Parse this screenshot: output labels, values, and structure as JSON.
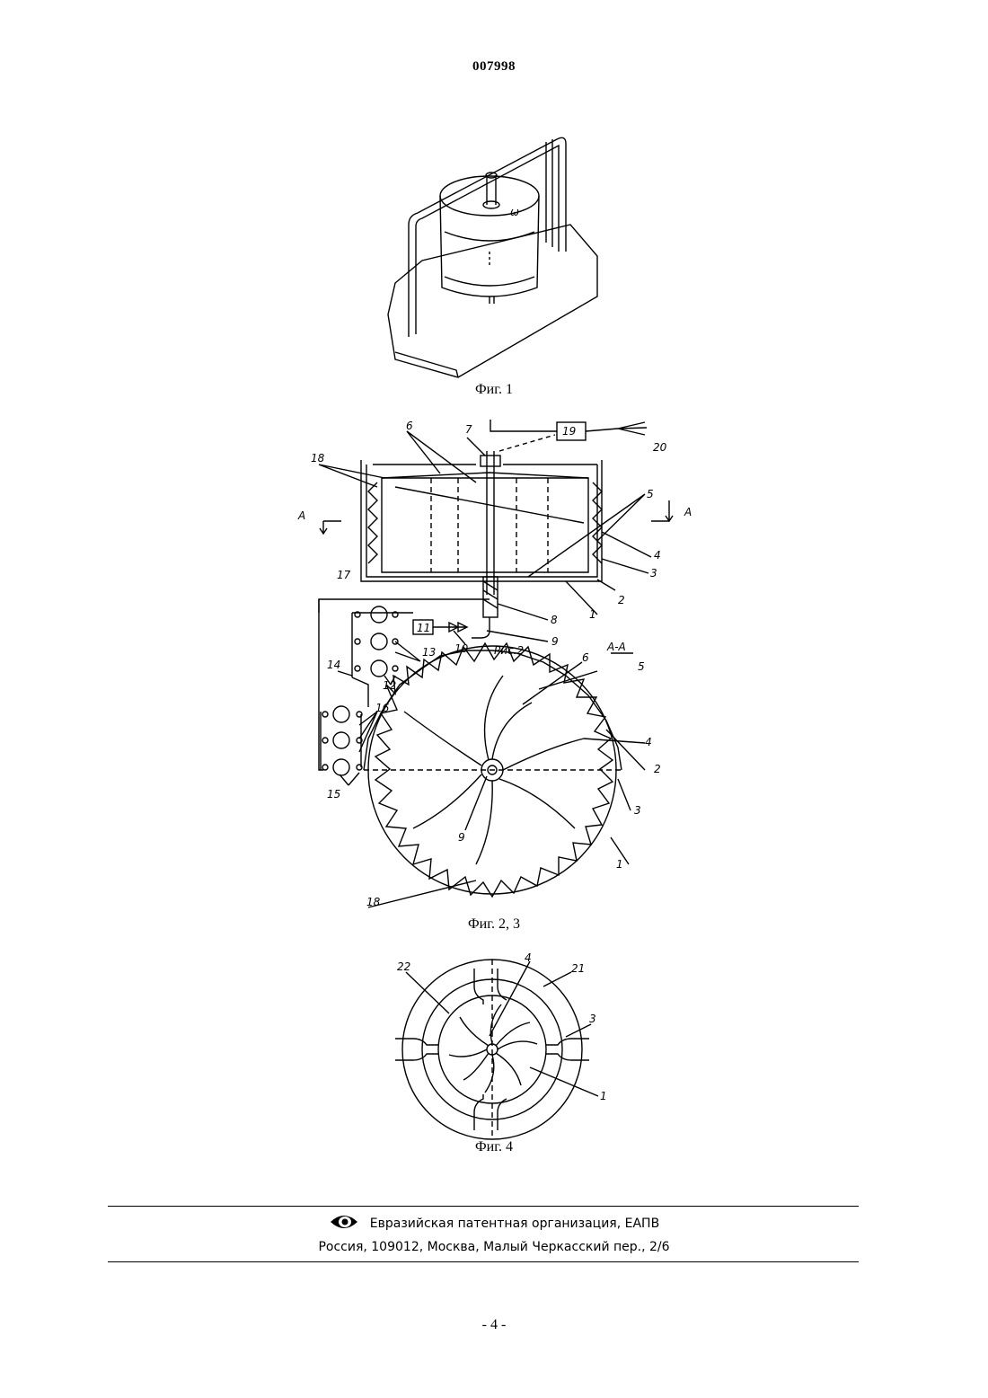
{
  "header": {
    "doc_number": "007998"
  },
  "figures": {
    "fig1_caption": "Фиг. 1",
    "fig23_caption": "Фиг. 2, 3",
    "fig4_caption": "Фиг. 4",
    "fig2_inline_title": "Рис.2",
    "section_label": "А-А",
    "section_marker_left": "А",
    "section_marker_right": "А",
    "fig1_rotation_mark": "ω",
    "fig2_labels": {
      "l1": "1",
      "l2": "2",
      "l3": "3",
      "l4": "4",
      "l5": "5",
      "l6": "6",
      "l7": "7",
      "l8": "8",
      "l9": "9",
      "l10": "10",
      "l11": "11",
      "l12": "12",
      "l13": "13",
      "l14": "14",
      "l15": "15",
      "l16": "16",
      "l17": "17",
      "l18": "18",
      "l19": "19",
      "l20": "20"
    },
    "fig3_labels": {
      "l1": "1",
      "l2": "2",
      "l3": "3",
      "l4": "4",
      "l5": "5",
      "l6": "6",
      "l9": "9",
      "l18": "18"
    },
    "fig4_labels": {
      "l1": "1",
      "l3": "3",
      "l4": "4",
      "l21": "21",
      "l22": "22"
    }
  },
  "footer": {
    "org_name": "Евразийская патентная организация, ЕАПВ",
    "address": "Россия, 109012, Москва, Малый Черкасский пер., 2/6",
    "logo_icon": "eye-logo-icon"
  },
  "page": {
    "number": "- 4 -"
  }
}
